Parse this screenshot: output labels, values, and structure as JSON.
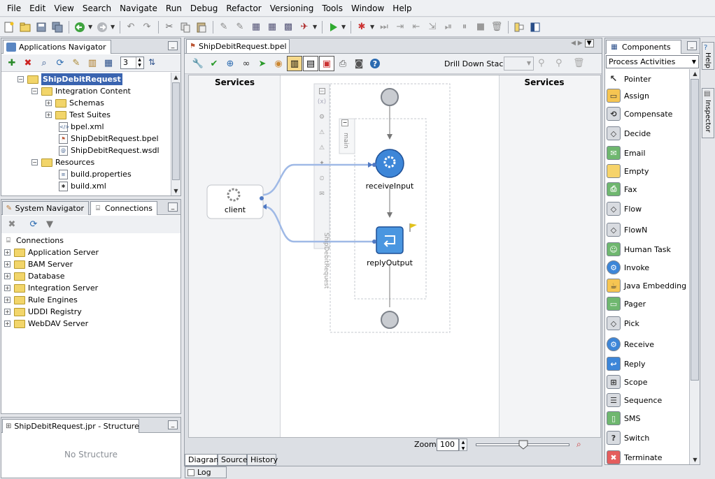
{
  "menu": [
    "File",
    "Edit",
    "View",
    "Search",
    "Navigate",
    "Run",
    "Debug",
    "Refactor",
    "Versioning",
    "Tools",
    "Window",
    "Help"
  ],
  "app_nav": {
    "title": "Applications Navigator",
    "spinner_value": "3",
    "tree": [
      {
        "label": "ShipDebitRequest",
        "level": 0,
        "type": "folder",
        "selected": true
      },
      {
        "label": "Integration Content",
        "level": 1,
        "type": "folder"
      },
      {
        "label": "Schemas",
        "level": 2,
        "type": "folder",
        "expander": true
      },
      {
        "label": "Test Suites",
        "level": 2,
        "type": "folder",
        "expander": true
      },
      {
        "label": "bpel.xml",
        "level": 2,
        "type": "file"
      },
      {
        "label": "ShipDebitRequest.bpel",
        "level": 2,
        "type": "file"
      },
      {
        "label": "ShipDebitRequest.wsdl",
        "level": 2,
        "type": "file"
      },
      {
        "label": "Resources",
        "level": 1,
        "type": "folder"
      },
      {
        "label": "build.properties",
        "level": 2,
        "type": "file"
      },
      {
        "label": "build.xml",
        "level": 2,
        "type": "file"
      }
    ]
  },
  "connections_panel": {
    "tab_system": "System Navigator",
    "tab_connections": "Connections",
    "root": "Connections",
    "items": [
      "Application Server",
      "BAM Server",
      "Database",
      "Integration Server",
      "Rule Engines",
      "UDDI Registry",
      "WebDAV Server"
    ]
  },
  "structure": {
    "title": "ShipDebitRequest.jpr - Structure",
    "empty_text": "No Structure"
  },
  "editor": {
    "tab": "ShipDebitRequest.bpel",
    "drill_down_label": "Drill Down Stack:",
    "services_left": "Services",
    "services_right": "Services",
    "client_label": "client",
    "scope_label": "main",
    "process_label": "ShipDebitRequest",
    "receive_label": "receiveInput",
    "reply_label": "replyOutput",
    "zoom_label": "Zoom:",
    "zoom_value": "100",
    "zoom_fraction": 0.5,
    "bottom_tabs": [
      "Diagram",
      "Source",
      "History"
    ]
  },
  "components": {
    "title": "Components",
    "category": "Process Activities",
    "items": [
      "Pointer",
      "Assign",
      "Compensate",
      "Decide",
      "Email",
      "Empty",
      "Fax",
      "Flow",
      "FlowN",
      "Human Task",
      "Invoke",
      "Java Embedding",
      "Pager",
      "Pick",
      "Receive",
      "Reply",
      "Scope",
      "Sequence",
      "SMS",
      "Switch",
      "Terminate"
    ]
  },
  "side_tabs": {
    "help": "Help",
    "inspector": "Inspector"
  },
  "log_tab": "Log"
}
